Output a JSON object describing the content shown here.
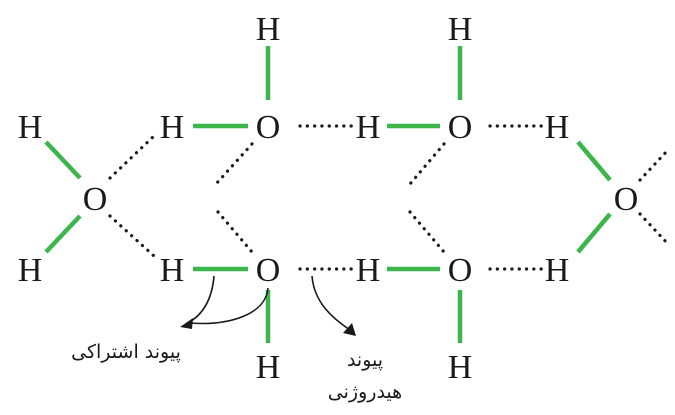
{
  "atoms": {
    "h_top_1": "H",
    "h_top_2": "H",
    "h_left_top": "H",
    "h_mid_top_1": "H",
    "o_top_1": "O",
    "h_mid_top_2": "H",
    "o_top_2": "O",
    "h_mid_top_3": "H",
    "o_left": "O",
    "o_right": "O",
    "h_left_bottom": "H",
    "h_mid_bottom_1": "H",
    "o_bottom_1": "O",
    "h_mid_bottom_2": "H",
    "o_bottom_2": "O",
    "h_mid_bottom_3": "H",
    "h_bottom_1": "H",
    "h_bottom_2": "H"
  },
  "labels": {
    "covalent_bond": "پیوند اشتراکی",
    "hydrogen_bond_line1": "پیوند",
    "hydrogen_bond_line2": "هیدروژنی"
  },
  "colors": {
    "covalent_bond": "#3cb54a",
    "hydrogen_bond": "#1a1a1a",
    "text": "#1a1a1a"
  }
}
